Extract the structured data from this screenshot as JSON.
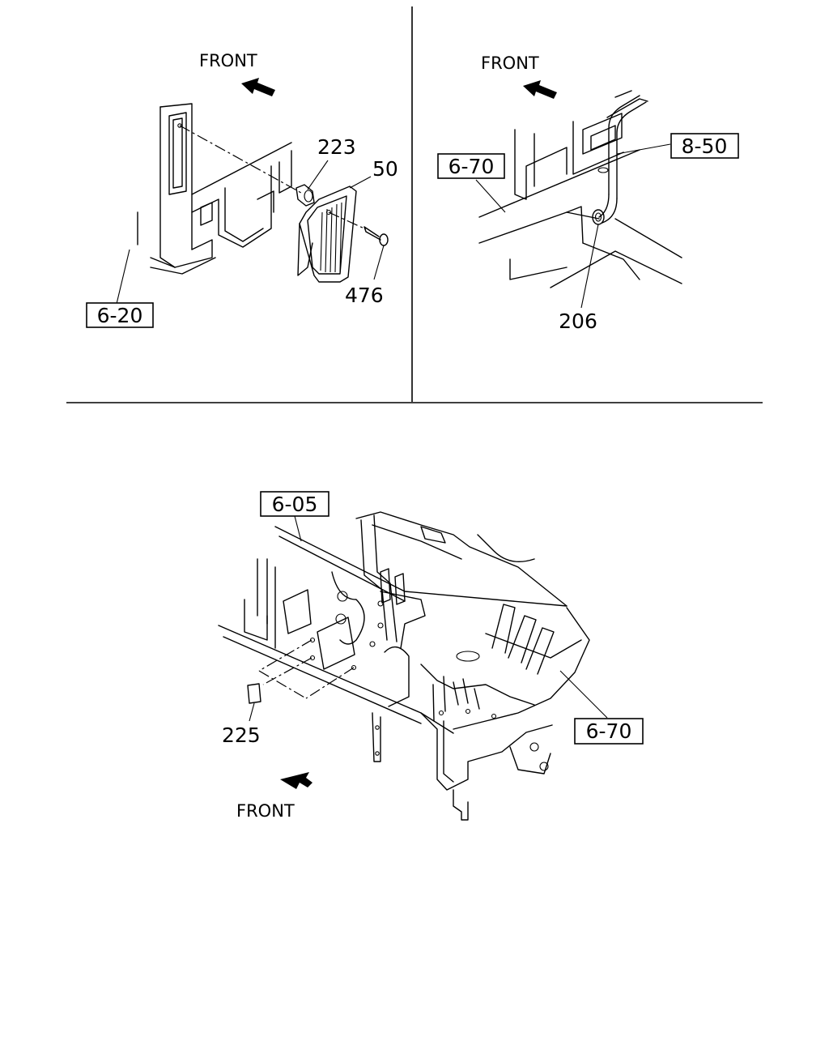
{
  "panels": {
    "top_left": {
      "direction_label": "FRONT",
      "reference_labels": [
        "6-20"
      ],
      "part_numbers": [
        "223",
        "50",
        "476"
      ]
    },
    "top_right": {
      "direction_label": "FRONT",
      "reference_labels": [
        "6-70",
        "8-50"
      ],
      "part_numbers": [
        "206"
      ]
    },
    "bottom": {
      "direction_label": "FRONT",
      "reference_labels": [
        "6-05",
        "6-70"
      ],
      "part_numbers": [
        "225"
      ]
    }
  }
}
